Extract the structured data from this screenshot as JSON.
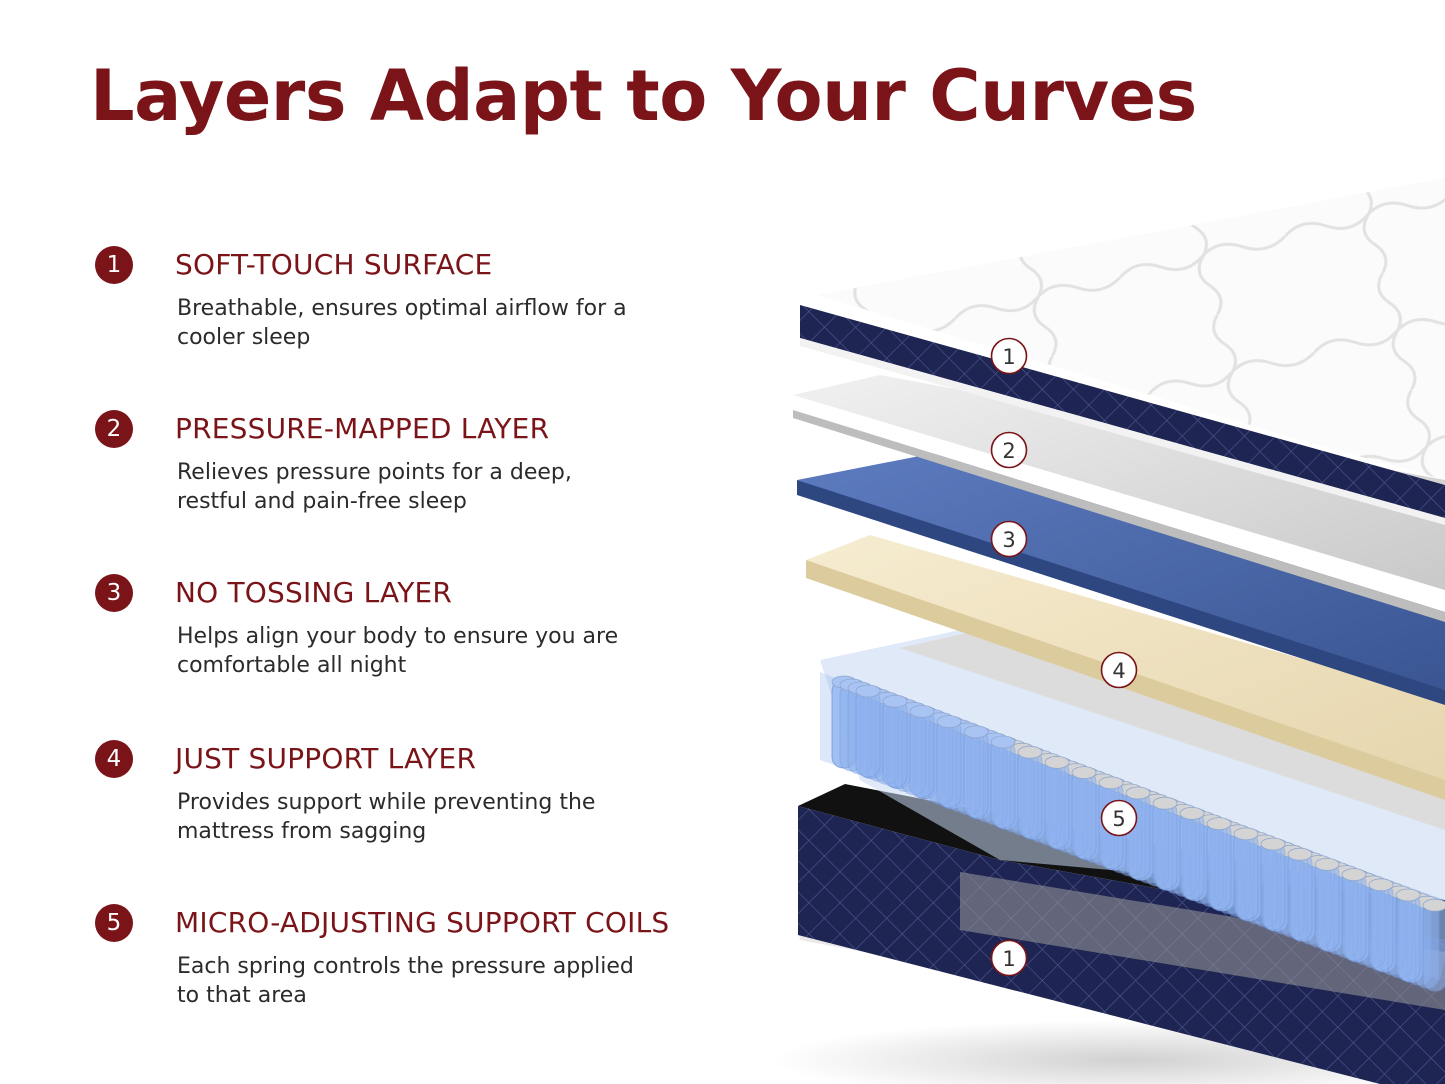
{
  "title": "Layers Adapt to Your Curves",
  "colors": {
    "brand": "#7a1418",
    "text": "#2b2b2b",
    "navy": "#1f2552",
    "blue_layer": "#4d6bad",
    "cream_layer": "#efe3c2",
    "grey_layer": "#d7d7d7",
    "coil_blue": "#8eb2ef",
    "coil_grey": "#d2d2d2"
  },
  "features": [
    {
      "number": "1",
      "title": "SOFT-TOUCH SURFACE",
      "description": "Breathable, ensures optimal airflow for a cooler sleep"
    },
    {
      "number": "2",
      "title": "PRESSURE-MAPPED LAYER",
      "description": "Relieves pressure points for a deep, restful and pain-free sleep"
    },
    {
      "number": "3",
      "title": "NO TOSSING LAYER",
      "description": "Helps align your body to ensure you are comfortable all night"
    },
    {
      "number": "4",
      "title": "JUST SUPPORT LAYER",
      "description": "Provides support while preventing the mattress from sagging"
    },
    {
      "number": "5",
      "title": "MICRO-ADJUSTING SUPPORT COILS",
      "description": "Each spring controls the pressure applied to that area"
    }
  ],
  "markers": [
    "1",
    "2",
    "3",
    "4",
    "5",
    "1"
  ]
}
